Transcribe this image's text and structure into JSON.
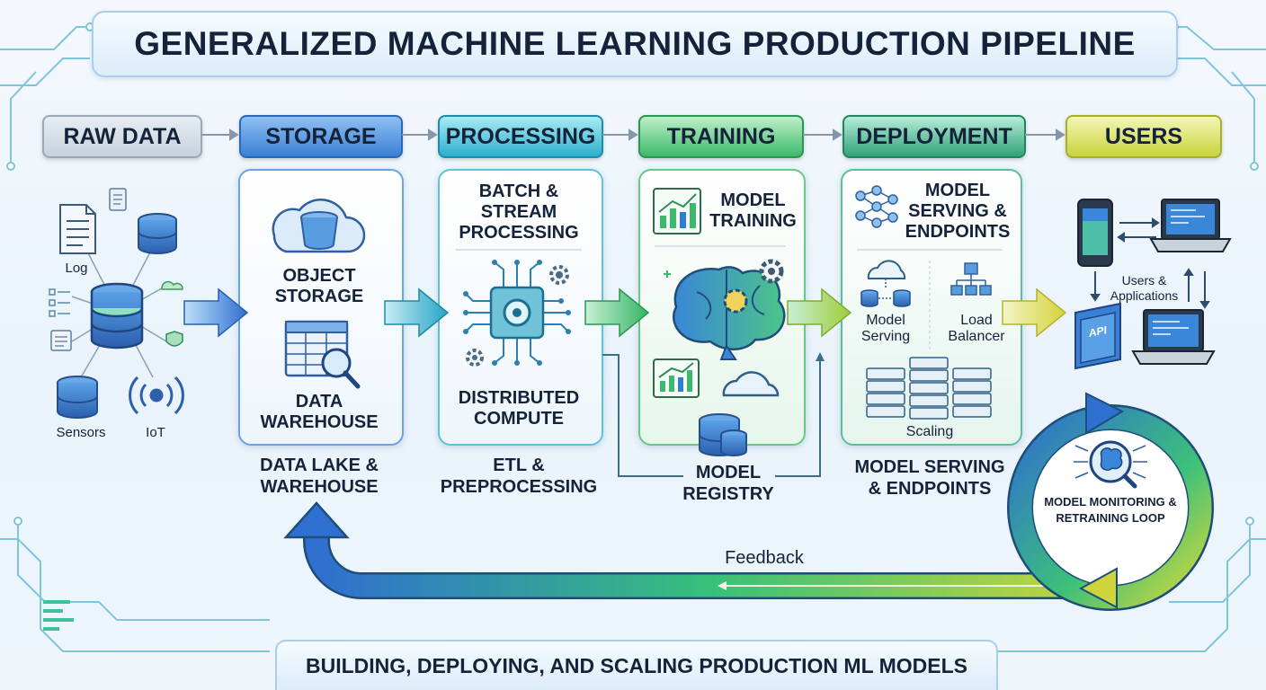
{
  "title": "GENERALIZED MACHINE LEARNING PRODUCTION PIPELINE",
  "footer": "BUILDING, DEPLOYING, AND SCALING PRODUCTION ML MODELS",
  "stages": [
    "RAW DATA",
    "STORAGE",
    "PROCESSING",
    "TRAINING",
    "DEPLOYMENT",
    "USERS"
  ],
  "raw_data": {
    "log": "Log",
    "sensors": "Sensors",
    "iot": "IoT"
  },
  "storage": {
    "object_storage": "OBJECT STORAGE",
    "data_warehouse": "DATA WAREHOUSE",
    "caption": "DATA LAKE & WAREHOUSE"
  },
  "processing": {
    "batch": "BATCH & STREAM PROCESSING",
    "distributed": "DISTRIBUTED COMPUTE",
    "caption": "ETL & PREPROCESSING"
  },
  "training": {
    "model_training": "MODEL TRAINING",
    "registry": "MODEL REGISTRY"
  },
  "deployment": {
    "heading": "MODEL SERVING & ENDPOINTS",
    "model_serving": "Model Serving",
    "load_balancer": "Load Balancer",
    "scaling": "Scaling",
    "caption": "MODEL SERVING & ENDPOINTS"
  },
  "users": {
    "label": "Users & Applications",
    "api": "API"
  },
  "monitoring": "MODEL MONITORING & RETRAINING LOOP",
  "feedback": "Feedback",
  "colors": {
    "storage": "#3a7fd6",
    "processing": "#2bb0cc",
    "training": "#3cb96a",
    "deployment": "#2fa37a",
    "users": "#c8d43a"
  }
}
